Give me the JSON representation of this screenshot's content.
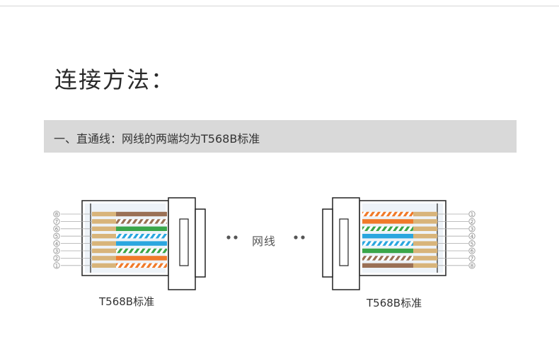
{
  "title": "连接方法：",
  "banner": {
    "text": "一、直通线：网线的两端均为T568B标准"
  },
  "connectors": {
    "left": {
      "caption": "T568B标准",
      "pin_labels_top_to_bottom": [
        "8",
        "7",
        "6",
        "5",
        "4",
        "3",
        "2",
        "1"
      ]
    },
    "right": {
      "caption": "T568B标准",
      "pin_labels_top_to_bottom": [
        "1",
        "2",
        "3",
        "4",
        "5",
        "6",
        "7",
        "8"
      ]
    }
  },
  "cable": {
    "label": "网线"
  },
  "colors": {
    "wire_tip": "#d8b47a",
    "orange": "#f07a2a",
    "green": "#3aa64a",
    "blue": "#2aa6df",
    "brown": "#9a7055",
    "rule": "#d6d6d6",
    "banner_bg": "#d9d9d9",
    "pin_circle": "#9b9b9b"
  },
  "wiring": {
    "left_top_to_bottom": [
      "brown",
      "brown-white",
      "green",
      "blue-white",
      "blue",
      "green-white",
      "orange",
      "orange-white"
    ],
    "right_top_to_bottom": [
      "orange-white",
      "orange",
      "green-white",
      "blue",
      "blue-white",
      "green",
      "brown-white",
      "brown"
    ]
  }
}
